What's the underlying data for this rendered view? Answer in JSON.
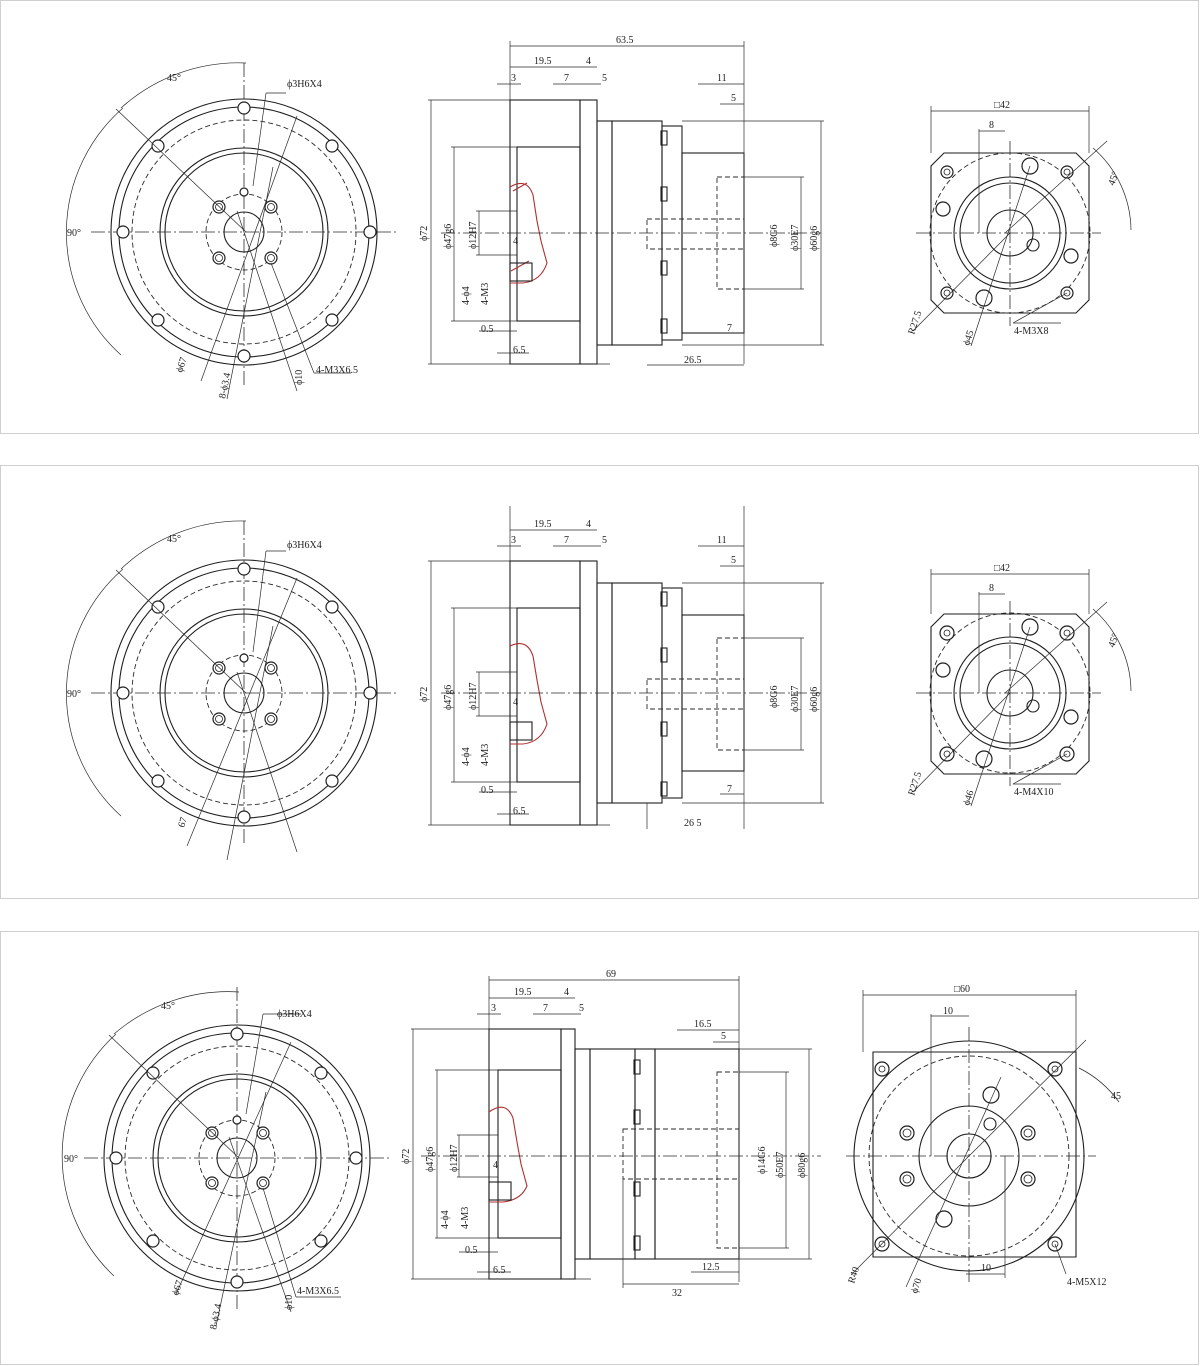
{
  "drawings": [
    {
      "front": {
        "angle_top": "45°",
        "angle_left": "90°",
        "dia_outer": "ϕ67",
        "holes_outer": "8-ϕ3.4",
        "dia_center": "ϕ10",
        "pilot_hole": "ϕ3H6X4",
        "tapped": "4-M3X6.5"
      },
      "side": {
        "total": "63.5",
        "d19_5": "19.5",
        "d4": "4",
        "d3": "3",
        "d7": "7",
        "d5": "5",
        "d11": "11",
        "d5b": "5",
        "dia72": "ϕ72",
        "dia47": "ϕ47g6",
        "dia12": "ϕ12H7",
        "pin4": "4",
        "holes4": "4-ϕ4",
        "m3": "4-M3",
        "d0_5": "0.5",
        "d6_5": "6.5",
        "shaft": "ϕ8G6",
        "bore": "ϕ30E7",
        "flange": "ϕ60g6",
        "d7b": "7",
        "d26_5": "26.5"
      },
      "rear": {
        "square": "□42",
        "key": "8",
        "angle": "45°",
        "r": "R27.5",
        "pcd": "ϕ45",
        "tapped": "4-M3X8"
      }
    },
    {
      "front": {
        "angle_top": "45°",
        "angle_left": "90°",
        "dia_outer": "67",
        "pilot_hole": "ϕ3H6X4"
      },
      "side": {
        "d19_5": "19.5",
        "d4": "4",
        "d3": "3",
        "d7": "7",
        "d5": "5",
        "d11": "11",
        "d5b": "5",
        "dia72": "ϕ72",
        "dia47": "ϕ47g6",
        "dia12": "ϕ12H7",
        "pin4": "4",
        "holes4": "4-ϕ4",
        "m3": "4-M3",
        "d0_5": "0.5",
        "d6_5": "6.5",
        "shaft": "ϕ8G6",
        "bore": "ϕ30E7",
        "flange": "ϕ60g6",
        "d7b": "7",
        "d26_5": "26 5"
      },
      "rear": {
        "square": "□42",
        "key": "8",
        "angle": "45°",
        "r": "R27.5",
        "pcd": "ϕ46",
        "tapped": "4-M4X10"
      }
    },
    {
      "front": {
        "angle_top": "45°",
        "angle_left": "90°",
        "dia_outer": "ϕ67",
        "holes_outer": "8-ϕ3.4",
        "dia_center": "ϕ10",
        "pilot_hole": "ϕ3H6X4",
        "tapped": "4-M3X6.5"
      },
      "side": {
        "total": "69",
        "d19_5": "19.5",
        "d4": "4",
        "d3": "3",
        "d7": "7",
        "d5": "5",
        "d16_5": "16.5",
        "d5b": "5",
        "dia72": "ϕ72",
        "dia47": "ϕ47g6",
        "dia12": "ϕ12H7",
        "pin4": "4",
        "holes4": "4-ϕ4",
        "m3": "4-M3",
        "d0_5": "0.5",
        "d6_5": "6.5",
        "shaft": "ϕ14G6",
        "bore": "ϕ50E7",
        "flange": "ϕ80g6",
        "d12_5": "12.5",
        "d32": "32"
      },
      "rear": {
        "square": "□60",
        "key": "10",
        "key_bottom": "10",
        "angle": "45",
        "r": "R40",
        "pcd": "ϕ70",
        "tapped": "4-M5X12"
      }
    }
  ]
}
